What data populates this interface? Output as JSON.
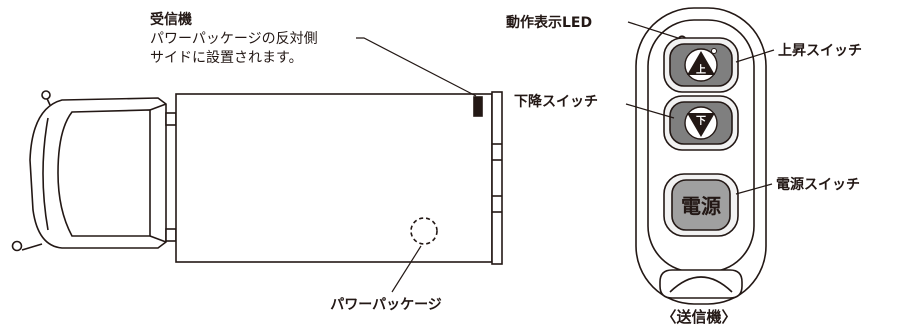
{
  "receiver": {
    "title": "受信機",
    "note_line1": "パワーパッケージの反対側",
    "note_line2": "サイドに設置されます。"
  },
  "power_package_label": "パワーパッケージ",
  "transmitter": {
    "caption": "〈送信機〉",
    "led_label": "動作表示LED",
    "up_label": "上昇スイッチ",
    "down_label": "下降スイッチ",
    "power_label": "電源スイッチ",
    "up_glyph": "上",
    "down_glyph": "下",
    "power_glyph": "電源"
  },
  "colors": {
    "line": "#231815",
    "button_fill": "#7f7f7f",
    "button_face": "#a0a0a0"
  }
}
